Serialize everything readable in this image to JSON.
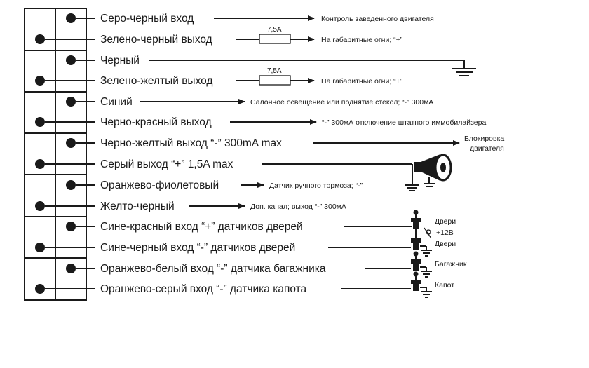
{
  "wires": [
    {
      "label": "Серо-черный вход",
      "destination": "Контроль заведенного двигателя"
    },
    {
      "label": "Зелено-черный выход",
      "fuse": "7,5А",
      "destination": "На габаритные огни; “+”"
    },
    {
      "label": "Черный",
      "destination": ""
    },
    {
      "label": "Зелено-желтый выход",
      "fuse": "7,5А",
      "destination": "На габаритные огни; “+”"
    },
    {
      "label": "Синий",
      "destination": "Салонное освещение или поднятие стекол; “-” 300мА"
    },
    {
      "label": "Черно-красный выход",
      "destination": "“-” 300мА отключение штатного иммобилайзера"
    },
    {
      "label": "Черно-желтый выход “-” 300mA max",
      "destination_line1": "Блокировка",
      "destination_line2": "двигателя"
    },
    {
      "label": "Серый  выход “+” 1,5A max",
      "destination": ""
    },
    {
      "label": "Оранжево-фиолетовый",
      "destination": "Датчик ручного тормоза; “-”"
    },
    {
      "label": "Желто-черный",
      "destination": "Доп. канал; выход “-” 300мА"
    },
    {
      "label": "Сине-красный вход “+” датчиков дверей",
      "destination": ""
    },
    {
      "label": "Сине-черный вход “-” датчиков дверей",
      "destination": ""
    },
    {
      "label": "Оранжево-белый вход “-” датчика багажника",
      "destination": ""
    },
    {
      "label": "Оранжево-серый вход “-” датчика капота",
      "destination": ""
    }
  ],
  "sensors": {
    "doors": "Двери",
    "plus12": "+12В",
    "doors2": "Двери",
    "trunk": "Багажник",
    "hood": "Капот"
  }
}
